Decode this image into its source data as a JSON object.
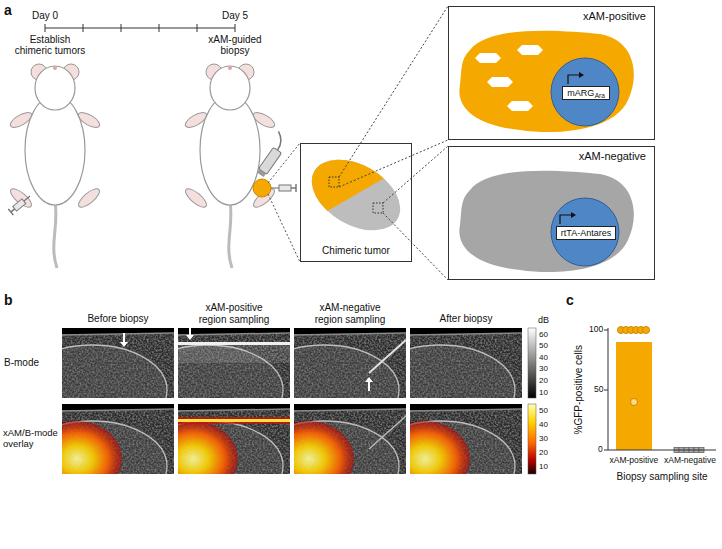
{
  "diagram": {
    "nodes": [
      {
        "text": [
          "Chimeric tumor"
        ]
      },
      {
        "text": [
          "xAM-positive"
        ]
      },
      {
        "text": [
          "mARG",
          "Ara"
        ],
        "in": 1
      },
      {
        "text": [
          "xAM-negative"
        ]
      },
      {
        "text": [
          "rtTA-Antares"
        ],
        "in": 3
      }
    ],
    "edges": [
      {
        "from": 0,
        "to": 1,
        "arrow": "none"
      },
      {
        "from": 0,
        "to": 3,
        "arrow": "none"
      }
    ],
    "labels": [
      "a",
      "Day 0",
      "Day 5",
      "Establish chimeric tumors",
      "xAM-guided biopsy",
      "b",
      "Before biopsy",
      "xAM-positive region sampling",
      "xAM-negative region sampling",
      "After biopsy",
      "B-mode",
      "xAM/B-mode overlay",
      "dB",
      "60",
      "50",
      "40",
      "30",
      "20",
      "10",
      "50",
      "40",
      "30",
      "20",
      "10",
      "c",
      "100",
      "50",
      "0",
      "%GFP-positive cells",
      "xAM-positive",
      "xAM-negative",
      "Biopsy sampling site"
    ]
  }
}
